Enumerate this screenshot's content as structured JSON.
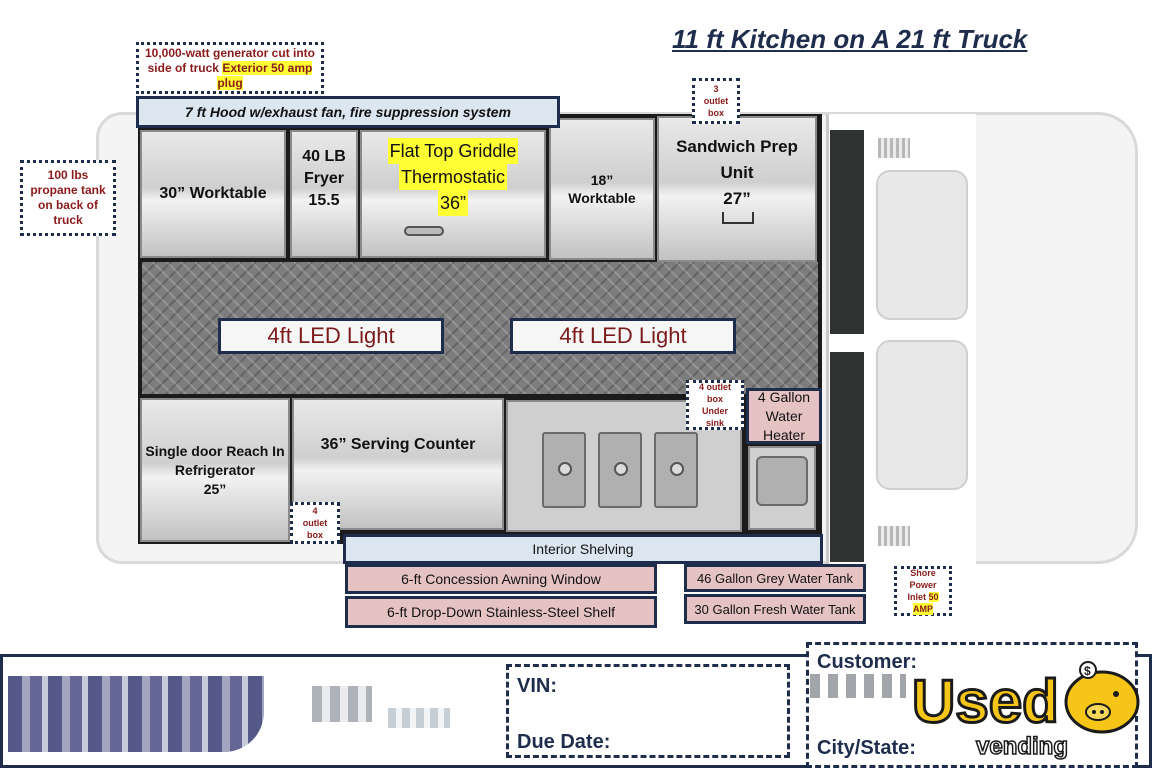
{
  "title": "11 ft Kitchen on A 21 ft Truck",
  "hood": "7 ft Hood w/exhaust fan, fire suppression  system",
  "generator_note": {
    "text_plain": "10,000-watt generator cut into side of truck ",
    "text_highlight": "Exterior 50 amp plug"
  },
  "propane_note": "100 lbs propane tank on back of truck",
  "equipment": {
    "worktable_30": "30” Worktable",
    "fryer": {
      "line1": "40 LB",
      "line2": "Fryer",
      "line3": "15.5"
    },
    "griddle": {
      "line1": "Flat Top Griddle",
      "line2": "Thermostatic",
      "line3": "36”"
    },
    "worktable_18": {
      "line1": "18”",
      "line2": "Worktable"
    },
    "sandwich_prep": {
      "line1": "Sandwich Prep",
      "line2": "Unit",
      "line3": "27”"
    },
    "refrigerator": {
      "line1": "Single door Reach In",
      "line2": "Refrigerator",
      "line3": "25”"
    },
    "serving_counter": "36” Serving Counter"
  },
  "outlets": {
    "outlet_3": {
      "line1": "3",
      "line2": "outlet",
      "line3": "box"
    },
    "outlet_4_sink": {
      "line1": "4 outlet",
      "line2": "box",
      "line3": "Under",
      "line4": "sink"
    },
    "outlet_4_counter": {
      "line1": "4",
      "line2": "outlet",
      "line3": "box"
    }
  },
  "shore_power": {
    "line1": "Shore",
    "line2": "Power",
    "line3": "Inlet ",
    "line3_highlight": "50",
    "line4": "AMP"
  },
  "water_heater": {
    "line1": "4 Gallon",
    "line2": "Water",
    "line3": "Heater"
  },
  "led_lights": [
    "4ft LED Light",
    "4ft LED Light"
  ],
  "interior_shelving": "Interior Shelving",
  "awning_window": "6-ft Concession Awning Window",
  "dropdown_shelf": "6-ft Drop-Down Stainless-Steel Shelf",
  "grey_tank": "46 Gallon Grey Water Tank",
  "fresh_tank": "30 Gallon Fresh Water Tank",
  "form": {
    "vin_label": "VIN:",
    "due_date_label": "Due Date:",
    "customer_label": "Customer:",
    "city_state_label": "City/State:"
  },
  "logo": {
    "main": "Used",
    "sub": "vending"
  },
  "colors": {
    "navy": "#1f2d4d",
    "pink_box": "#e6c3c3",
    "shelving_blue": "#dce6f1",
    "highlight_yellow": "#ffff33",
    "note_red": "#8b1a1a",
    "logo_yellow": "#f5c518"
  }
}
